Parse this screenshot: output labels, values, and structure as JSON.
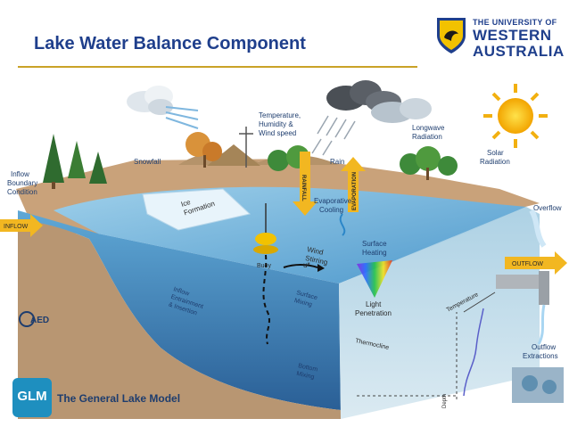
{
  "header": {
    "title": "Lake Water Balance Component",
    "university_line1": "THE UNIVERSITY OF",
    "university_line2": "WESTERN",
    "university_line3": "AUSTRALIA"
  },
  "labels": {
    "temp_humidity_wind": [
      "Temperature,",
      "Humidity &",
      "Wind speed"
    ],
    "longwave": [
      "Longwave",
      "Radiation"
    ],
    "solar": [
      "Solar",
      "Radiation"
    ],
    "snowfall": "Snowfall",
    "rain": "Rain",
    "rainfall_arrow": "RAINFALL",
    "evaporation_arrow": "EVAPORATION",
    "evaporative_cooling": [
      "Evaporative",
      "Cooling"
    ],
    "inflow_boundary": [
      "Inflow",
      "Boundary",
      "Condition"
    ],
    "inflow_arrow": "INFLOW",
    "ice_formation": [
      "Ice",
      "Formation"
    ],
    "wind_stirring": [
      "Wind",
      "Stirring"
    ],
    "wind_symbol": "u*",
    "buoy": "Buoy",
    "surface_heating": [
      "Surface",
      "Heating"
    ],
    "overflow": "Overflow",
    "outflow_arrow": "OUTFLOW",
    "inflow_entrainment": [
      "Inflow",
      "Entrainment",
      "& Insertion"
    ],
    "surface_mixing": [
      "Surface",
      "Mixing"
    ],
    "light_penetration": [
      "Light",
      "Penetration"
    ],
    "temperature_axis": "Temperature",
    "thermocline": "Thermocline",
    "bottom_mixing": [
      "Bottom",
      "Mixing"
    ],
    "depth_axis": "Depth",
    "outflow_extractions": [
      "Outflow",
      "Extractions"
    ],
    "aed_logo": "AED",
    "glm_badge": "GLM",
    "glm_name": "The General Lake Model"
  },
  "colors": {
    "title_blue": "#1f3f8c",
    "accent_gold": "#c9a227",
    "water_surface": "#6fb3d8",
    "water_deep": "#2f6fa8",
    "soil": "#c9a27a",
    "arrow_yellow": "#f2b721",
    "glm_blue": "#1e8fbf"
  }
}
